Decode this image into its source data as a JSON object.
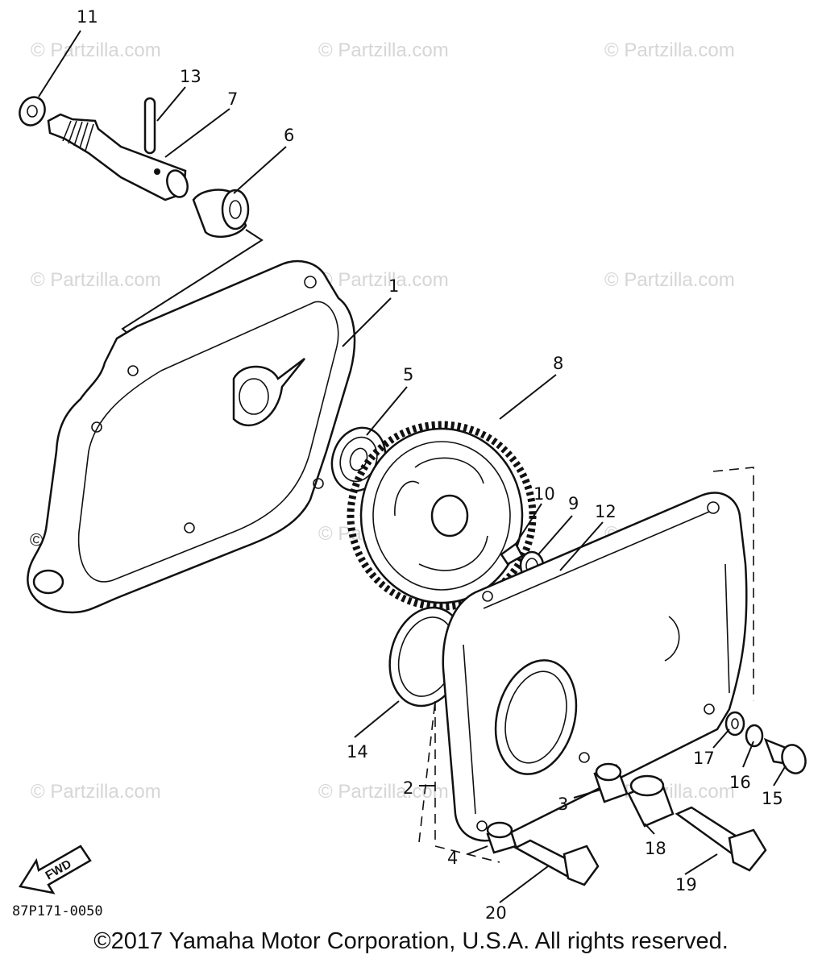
{
  "watermark": "© Partzilla.com",
  "diagram_code": "87P171-0050",
  "fwd_label": "FWD",
  "copyright": "©2017  Yamaha Motor Corporation, U.S.A. All rights reserved.",
  "callouts": {
    "c1": "1",
    "c2": "2",
    "c3": "3",
    "c4": "4",
    "c5": "5",
    "c6": "6",
    "c7": "7",
    "c8": "8",
    "c9": "9",
    "c10": "10",
    "c11": "11",
    "c12": "12",
    "c13": "13",
    "c14": "14",
    "c15": "15",
    "c16": "16",
    "c17": "17",
    "c18": "18",
    "c19": "19",
    "c20": "20"
  }
}
